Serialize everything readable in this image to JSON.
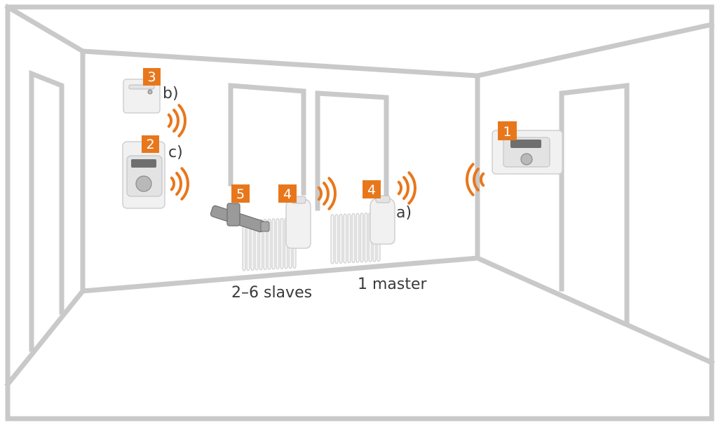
{
  "colors": {
    "accent": "#e8771c",
    "lines": "#c9c9c9",
    "text": "#3a3a3a"
  },
  "badges": {
    "b1": "1",
    "b2": "2",
    "b3": "3",
    "b4a": "4",
    "b4b": "4",
    "b5": "5"
  },
  "labels": {
    "a": "a)",
    "b": "b)",
    "c": "c)",
    "slaves": "2–6 slaves",
    "master": "1 master"
  },
  "devices": {
    "d1": "central-controller-icon",
    "d2": "room-thermostat-icon",
    "d3": "room-sensor-icon",
    "d4a": "radiator-actuator-icon",
    "d4b": "radiator-actuator-icon",
    "d5": "radiator-valve-icon"
  }
}
